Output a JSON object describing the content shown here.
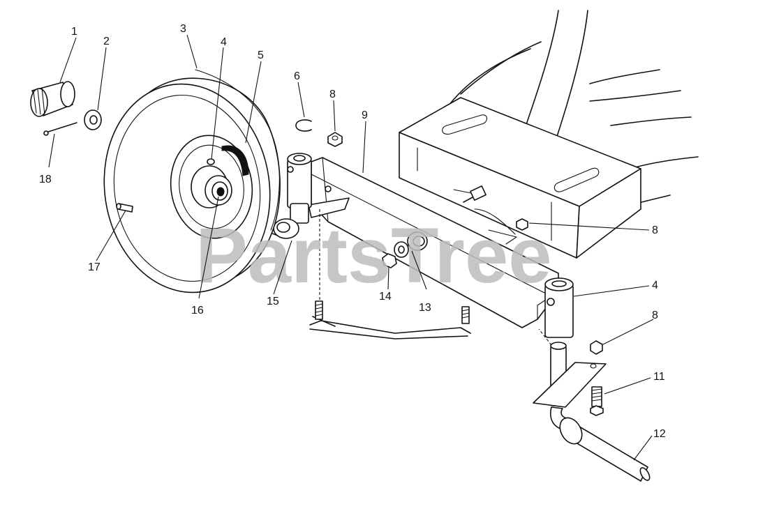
{
  "diagram": {
    "watermark": "PartsTree",
    "callouts": [
      {
        "id": "c1",
        "label": "1"
      },
      {
        "id": "c2",
        "label": "2"
      },
      {
        "id": "c3",
        "label": "3"
      },
      {
        "id": "c4a",
        "label": "4"
      },
      {
        "id": "c5",
        "label": "5"
      },
      {
        "id": "c6",
        "label": "6"
      },
      {
        "id": "c8a",
        "label": "8"
      },
      {
        "id": "c9",
        "label": "9"
      },
      {
        "id": "c18",
        "label": "18"
      },
      {
        "id": "c8b",
        "label": "8"
      },
      {
        "id": "c17",
        "label": "17"
      },
      {
        "id": "c16",
        "label": "16"
      },
      {
        "id": "c15",
        "label": "15"
      },
      {
        "id": "c14",
        "label": "14"
      },
      {
        "id": "c13",
        "label": "13"
      },
      {
        "id": "c4b",
        "label": "4"
      },
      {
        "id": "c8c",
        "label": "8"
      },
      {
        "id": "c11",
        "label": "11"
      },
      {
        "id": "c12",
        "label": "12"
      }
    ]
  }
}
